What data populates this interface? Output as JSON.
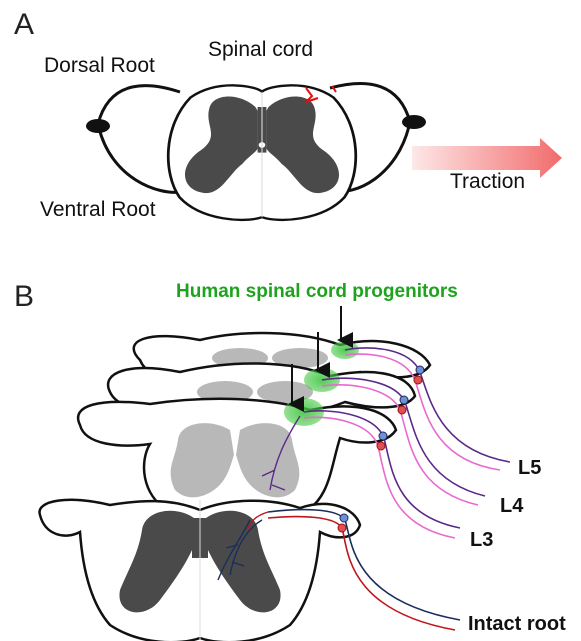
{
  "panel_a": {
    "letter": "A",
    "dorsal_root": "Dorsal Root",
    "spinal_cord": "Spinal cord",
    "ventral_root": "Ventral Root",
    "traction": "Traction"
  },
  "panel_b": {
    "letter": "B",
    "progenitors": "Human spinal cord progenitors",
    "roots": [
      "L5",
      "L4",
      "L3"
    ],
    "intact_root": "Intact root"
  },
  "colors": {
    "grey_matter": "#4a4a4a",
    "grey_matter_faded": "#b8b8b8",
    "progenitor_green": "#3fc63f",
    "root_pink": "#e86ad0",
    "root_purple": "#5a2a88",
    "root_red": "#c0151c",
    "root_navy": "#1a2e5a",
    "traction_arrow": "#f26b6b"
  }
}
